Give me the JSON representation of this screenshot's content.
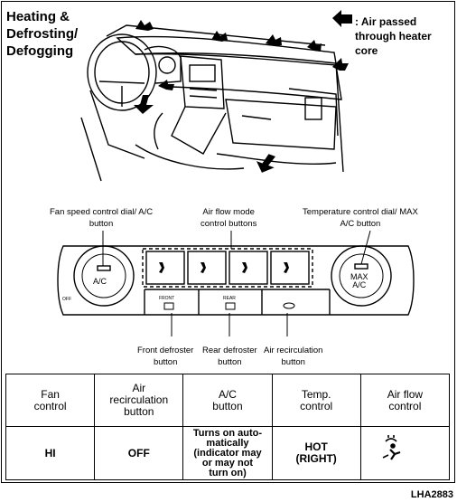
{
  "title": "Heating &\nDefrosting/\nDefogging",
  "legend_text": ": Air passed\nthrough heater\ncore",
  "callouts": {
    "fan_dial": "Fan speed control dial/ A/C\nbutton",
    "air_flow": "Air flow mode\ncontrol buttons",
    "temp_dial": "Temperature control dial/ MAX\nA/C button",
    "front_defroster": "Front defroster\nbutton",
    "rear_defroster": "Rear defroster\nbutton",
    "air_recirc": "Air recirculation\nbutton"
  },
  "panel": {
    "left_dial": "A/C",
    "right_dial": "MAX\nA/C",
    "front_small": "FRONT",
    "rear_small": "REAR",
    "off_small": "OFF"
  },
  "table": {
    "headers": [
      "Fan\ncontrol",
      "Air\nrecirculation\nbutton",
      "A/C\nbutton",
      "Temp.\ncontrol",
      "Air flow\ncontrol"
    ],
    "row": [
      "HI",
      "OFF",
      "Turns on auto-\nmatically\n(indicator may\nor may not\nturn on)",
      "HOT\n(RIGHT)",
      ""
    ],
    "air_flow_icon": "defrost-foot-mode-icon"
  },
  "image_code": "LHA2883"
}
